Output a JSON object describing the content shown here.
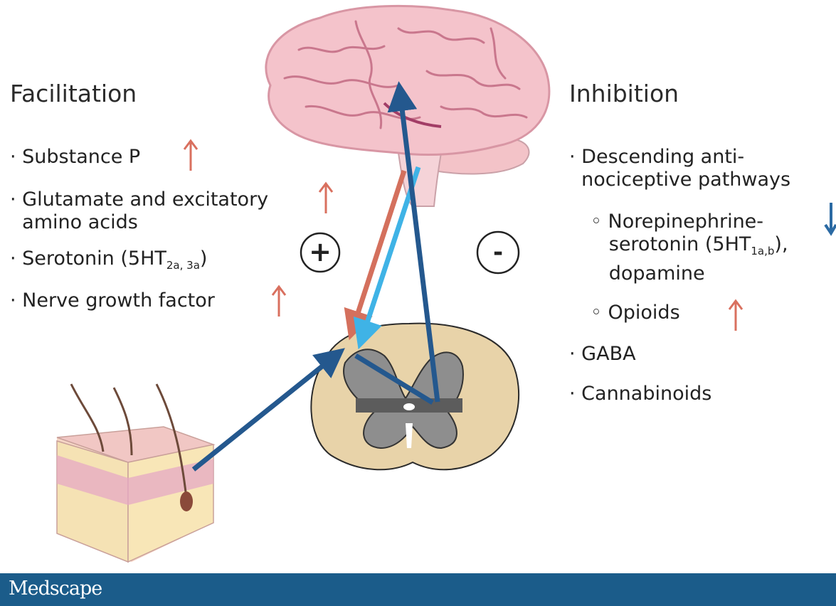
{
  "left": {
    "heading": "Facilitation",
    "items": [
      {
        "text": "Substance P",
        "arrow": "up"
      },
      {
        "text": "Glutamate and excitatory",
        "text2": "amino acids",
        "arrow": "up"
      },
      {
        "text": "Serotonin (5HT",
        "sub": "2a, 3a",
        "after": ")",
        "arrow": "none"
      },
      {
        "text": "Nerve growth factor",
        "arrow": "up"
      }
    ],
    "sign": "+"
  },
  "right": {
    "heading": "Inhibition",
    "items": [
      {
        "text": "Descending anti-",
        "text2": "nociceptive pathways"
      },
      {
        "text": "Norepinephrine-",
        "text2a": "serotonin (5HT",
        "sub": "1a,b",
        "after": "),",
        "text3": "dopamine",
        "arrow": "down"
      },
      {
        "text": "Opioids",
        "arrow": "up"
      },
      {
        "text": "GABA"
      },
      {
        "text": "Cannabinoids"
      }
    ],
    "sign": "-"
  },
  "colors": {
    "up_arrow": "#d9705f",
    "down_arrow": "#2b6aa3",
    "dark_blue": "#24588e",
    "light_blue": "#3fb3e6",
    "salmon": "#d4705d",
    "footer": "#1b5c8a"
  },
  "footer": {
    "brand": "Medscape"
  }
}
